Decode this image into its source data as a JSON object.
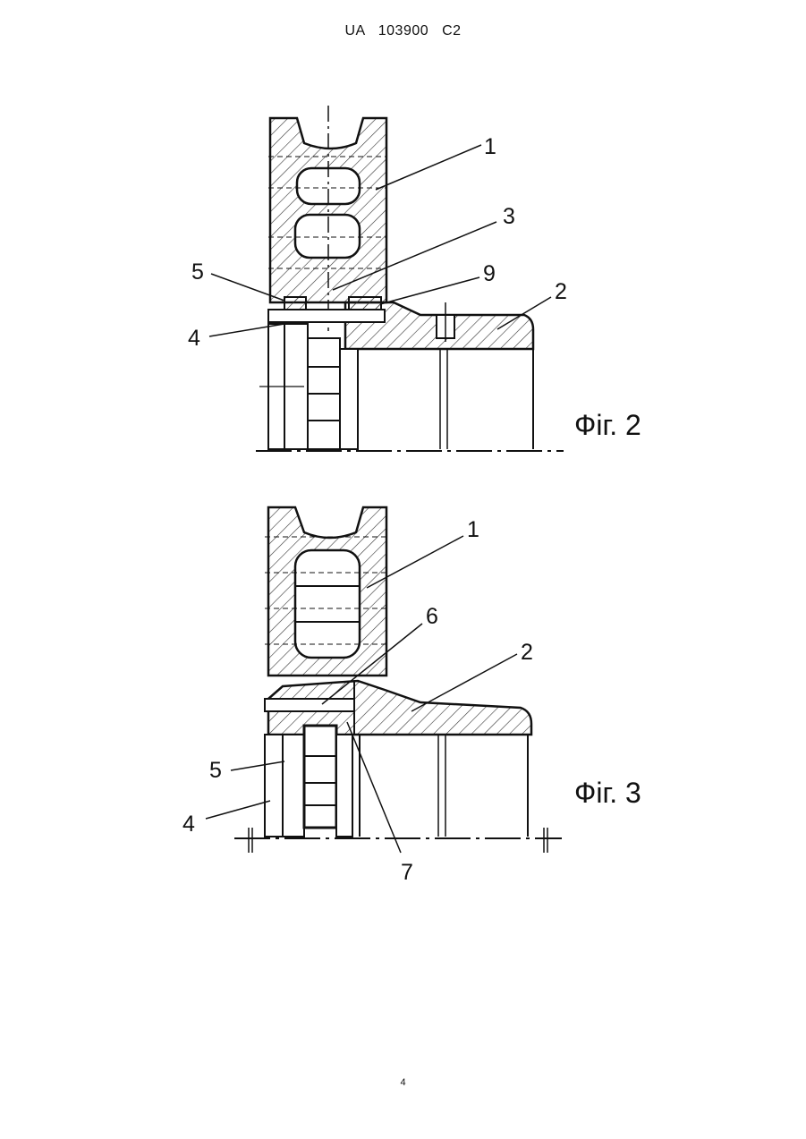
{
  "document": {
    "header": "UA 103900 C2",
    "page_number": "4"
  },
  "figure_2": {
    "caption": "Фіг. 2",
    "labels": [
      "1",
      "3",
      "5",
      "9",
      "2",
      "4"
    ]
  },
  "figure_3": {
    "caption": "Фіг. 3",
    "labels": [
      "1",
      "6",
      "2",
      "5",
      "4",
      "7"
    ]
  }
}
